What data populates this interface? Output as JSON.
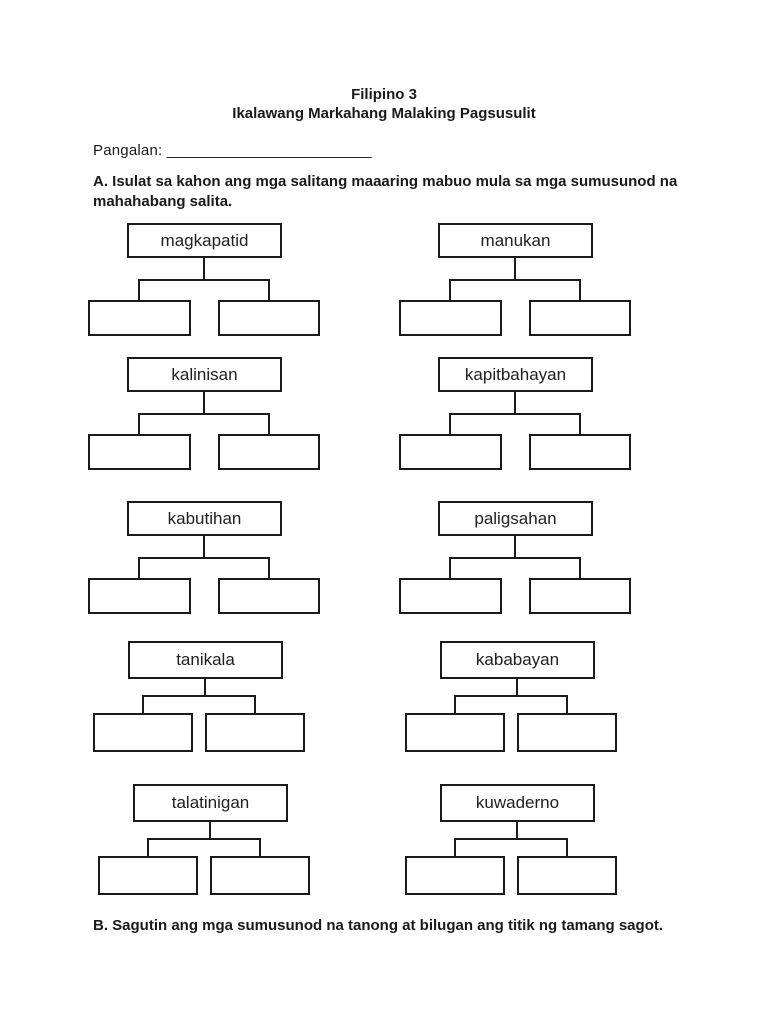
{
  "colors": {
    "ink": "#1a1a1a",
    "page_bg": "#ffffff"
  },
  "header": {
    "subject": "Filipino 3",
    "exam_title": "Ikalawang Markahang Malaking Pagsusulit"
  },
  "name_field": {
    "label": "Pangalan:",
    "blank": "________________________"
  },
  "section_a": {
    "line1": "A. Isulat sa kahon ang mga salitang maaaring mabuo mula sa mga sumusunod na",
    "line2": "mahahabang salita."
  },
  "section_b": {
    "text": "B. Sagutin ang mga sumusunod na tanong at bilugan ang titik ng tamang sagot."
  },
  "trees": [
    {
      "word": "magkapatid"
    },
    {
      "word": "manukan"
    },
    {
      "word": "kalinisan"
    },
    {
      "word": "kapitbahayan"
    },
    {
      "word": "kabutihan"
    },
    {
      "word": "paligsahan"
    },
    {
      "word": "tanikala"
    },
    {
      "word": "kababayan"
    },
    {
      "word": "talatinigan"
    },
    {
      "word": "kuwaderno"
    }
  ]
}
